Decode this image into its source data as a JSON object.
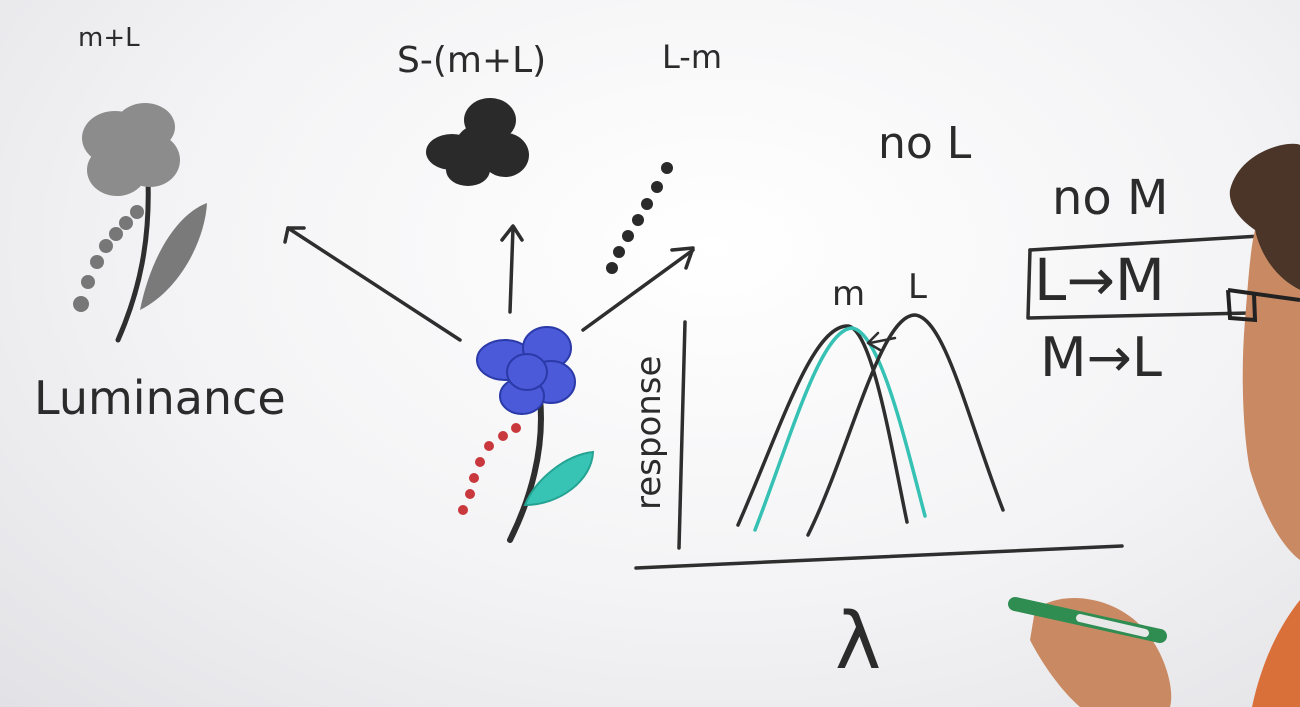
{
  "board": {
    "labels": {
      "luminance_channel": "m+L",
      "blue_yellow_channel": "S-(m+L)",
      "red_green_channel": "L-m",
      "luminance_word": "Luminance",
      "no_l": "no L",
      "no_m": "no M",
      "l_to_m": "L→M",
      "m_to_l": "M→L"
    },
    "graph": {
      "y_axis_label": "response",
      "x_axis_label": "λ",
      "curve_labels": [
        "m",
        "L"
      ]
    }
  },
  "colors": {
    "marker_black": "#2e2e2e",
    "flower_blue": "#4a5ad8",
    "stem_teal": "#35c1b3",
    "berry_red": "#c8383c",
    "gray_flower": "#8c8c8c",
    "person_skin": "#c98a63",
    "marker_green": "#2f8d52"
  },
  "icons": [
    "arrow-icon",
    "flower-icon"
  ]
}
